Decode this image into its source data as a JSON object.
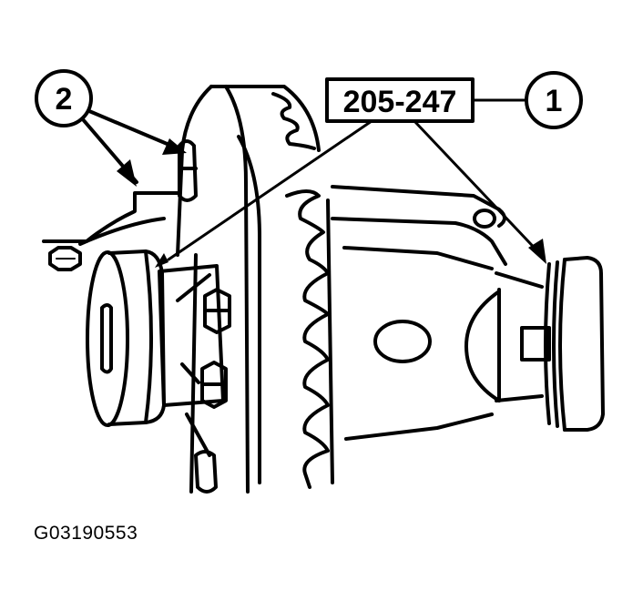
{
  "figure": {
    "id_label": "G03190553",
    "subject": "Differential carrier with bearing removal tool installed",
    "colors": {
      "line": "#000000",
      "background": "#ffffff"
    }
  },
  "callouts": [
    {
      "number": "1",
      "description_ref": "tool-205-247"
    },
    {
      "number": "2",
      "description_ref": "bolts"
    }
  ],
  "tool_label": {
    "text": "205-247"
  },
  "callout_1": {
    "text": "1"
  },
  "callout_2": {
    "text": "2"
  }
}
